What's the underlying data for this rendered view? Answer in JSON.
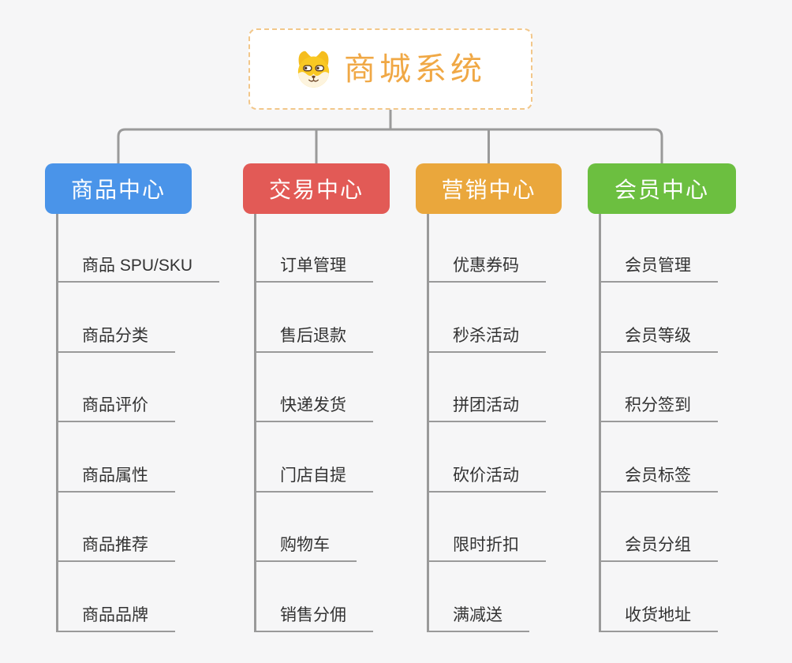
{
  "root": {
    "title": "商城系统",
    "icon": "shiba-dog-icon",
    "title_color": "#f0a845",
    "border_color": "#f2c78a"
  },
  "branches": [
    {
      "label": "商品中心",
      "color": "#4a94e9",
      "items": [
        "商品 SPU/SKU",
        "商品分类",
        "商品评价",
        "商品属性",
        "商品推荐",
        "商品品牌"
      ]
    },
    {
      "label": "交易中心",
      "color": "#e25a56",
      "items": [
        "订单管理",
        "售后退款",
        "快递发货",
        "门店自提",
        "购物车",
        "销售分佣"
      ]
    },
    {
      "label": "营销中心",
      "color": "#eaa73c",
      "items": [
        "优惠券码",
        "秒杀活动",
        "拼团活动",
        "砍价活动",
        "限时折扣",
        "满减送"
      ]
    },
    {
      "label": "会员中心",
      "color": "#6cbf40",
      "items": [
        "会员管理",
        "会员等级",
        "积分签到",
        "会员标签",
        "会员分组",
        "收货地址"
      ]
    }
  ],
  "connector_color": "#9a9a9a"
}
